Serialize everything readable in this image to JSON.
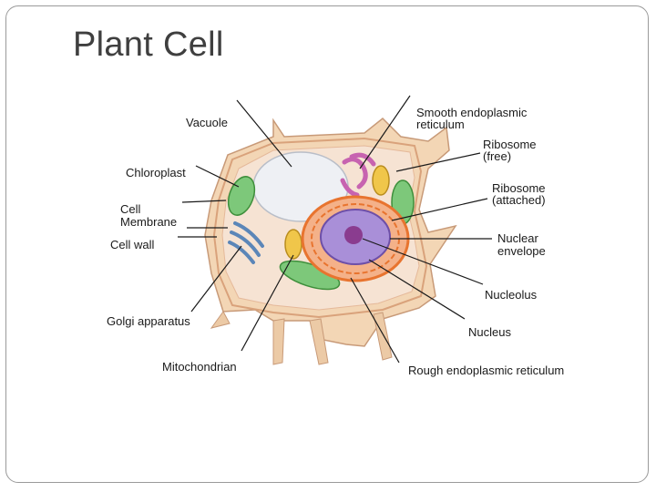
{
  "slide": {
    "title": "Plant Cell"
  },
  "labels": {
    "vacuole": "Vacuole",
    "chloroplast": "Chloroplast",
    "cell_membrane_1": "Cell",
    "cell_membrane_2": "Membrane",
    "cell_wall": "Cell wall",
    "golgi": "Golgi apparatus",
    "mitochondrion": "Mitochondrian",
    "smooth_er_1": "Smooth endoplasmic",
    "smooth_er_2": "reticulum",
    "ribosome_free_1": "Ribosome",
    "ribosome_free_2": "(free)",
    "ribosome_attached_1": "Ribosome",
    "ribosome_attached_2": "(attached)",
    "nuclear_envelope_1": "Nuclear",
    "nuclear_envelope_2": "envelope",
    "nucleolus": "Nucleolus",
    "nucleus": "Nucleus",
    "rough_er": "Rough endoplasmic reticulum"
  },
  "colors": {
    "cell_wall": "#f3d6b5",
    "cytoplasm": "#f6e3d3",
    "vacuole": "#eef0f4",
    "chloroplast": "#7dc87a",
    "nucleus": "#a98fd8",
    "nucleolus": "#8a3c8f",
    "rough_er": "#e8742f",
    "golgi": "#5b86b8",
    "smooth_er": "#c763b0",
    "mitochondrion": "#f0c64a",
    "leader_line": "#1a1a1a"
  }
}
